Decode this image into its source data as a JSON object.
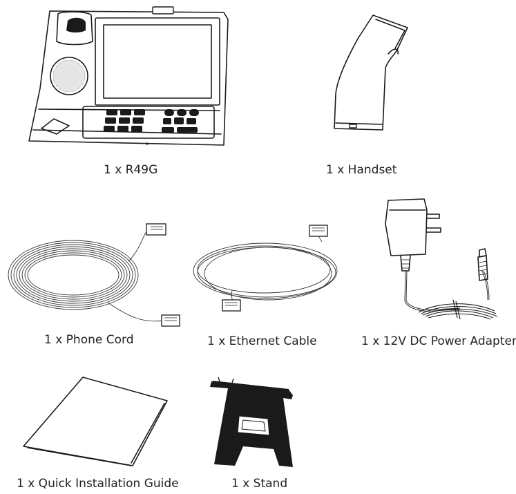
{
  "items": [
    {
      "caption": "1 x R49G",
      "icon": "desk-phone-icon"
    },
    {
      "caption": "1 x Handset",
      "icon": "handset-icon"
    },
    {
      "caption": "1 x Phone Cord",
      "icon": "coiled-cord-icon"
    },
    {
      "caption": "1 x Ethernet Cable",
      "icon": "ethernet-cable-icon"
    },
    {
      "caption": "1 x 12V DC Power Adapter",
      "icon": "power-adapter-icon"
    },
    {
      "caption": "1 x Quick Installation Guide",
      "icon": "booklet-icon"
    },
    {
      "caption": "1 x Stand",
      "icon": "stand-icon"
    }
  ]
}
